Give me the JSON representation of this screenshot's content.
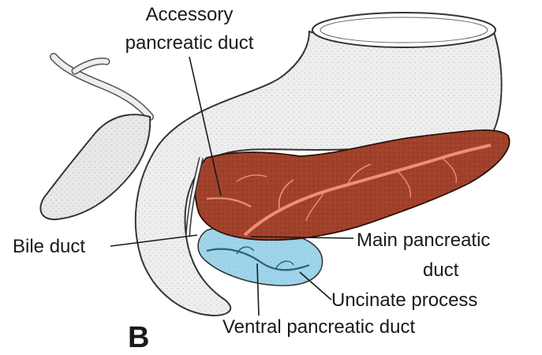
{
  "figure": {
    "panel_letter": "B",
    "labels": {
      "accessory_duct_line1": "Accessory",
      "accessory_duct_line2": "pancreatic duct",
      "bile_duct": "Bile duct",
      "main_duct_line1": "Main pancreatic",
      "main_duct_line2": "duct",
      "uncinate_process": "Uncinate process",
      "ventral_duct": "Ventral pancreatic duct"
    },
    "colors": {
      "dorsal_pancreas": "#a0412b",
      "ventral_pancreas": "#9fd4ea",
      "duodenum_stomach": "#eeeeee",
      "gallbladder": "#e8e8e8"
    }
  }
}
